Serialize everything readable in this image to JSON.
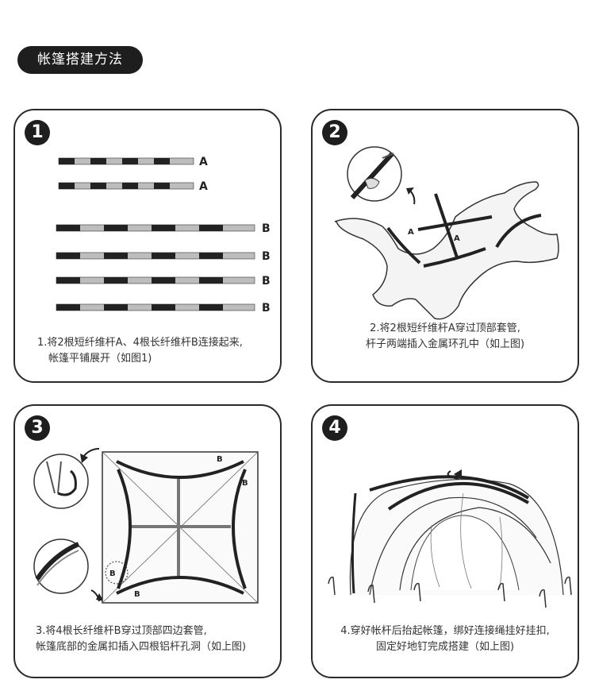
{
  "title": "帐篷搭建方法",
  "steps": [
    {
      "number": "1",
      "caption_line1": "1.将2根短纤维杆A、4根长纤维杆B连接起来,",
      "caption_line2": "帐篷平铺展开（如图1)",
      "labels": [
        "A",
        "A",
        "B",
        "B",
        "B",
        "B"
      ]
    },
    {
      "number": "2",
      "caption_line1": "2.将2根短纤维杆A穿过顶部套管,",
      "caption_line2": "杆子两端插入金属环孔中（如上图)",
      "labels": [
        "A",
        "A"
      ]
    },
    {
      "number": "3",
      "caption_line1": "3.将4根长纤维杆B穿过顶部四边套管,",
      "caption_line2": "帐篷底部的金属扣插入四根铝杆孔洞（如上图)",
      "labels": [
        "B",
        "B",
        "B",
        "B"
      ]
    },
    {
      "number": "4",
      "caption_line1": "4.穿好帐杆后抬起帐篷，绑好连接绳挂好挂扣,",
      "caption_line2": "固定好地钉完成搭建（如上图)"
    }
  ],
  "colors": {
    "dark": "#1e1e1e",
    "pole_light": "#bdbdbd",
    "border": "#2b2b2b"
  }
}
